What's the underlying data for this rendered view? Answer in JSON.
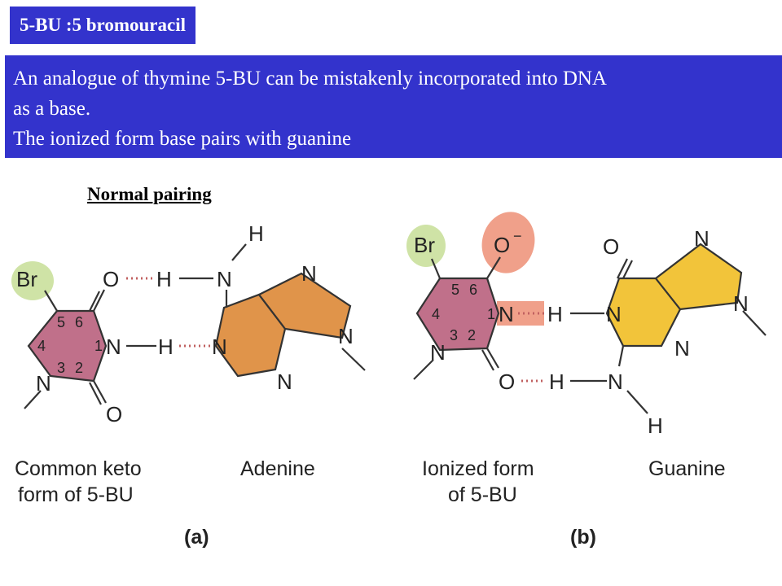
{
  "header": {
    "title": "5-BU :5 bromouracil",
    "description_lines": [
      "An analogue of thymine 5-BU can be mistakenly incorporated into DNA",
      "as a base.",
      "The ionized form base pairs with guanine"
    ],
    "section_heading": "Normal pairing"
  },
  "panel_a": {
    "label": "(a)",
    "left_caption": [
      "Common keto",
      "form of 5-BU"
    ],
    "right_caption": "Adenine",
    "atoms": {
      "br": "Br",
      "o_top": "O",
      "h_top": "H",
      "n_amine": "N",
      "h_amine": "H",
      "n1": "N",
      "h_mid": "H",
      "n_aden": "N",
      "n3": "N",
      "o_bottom": "O",
      "n_ring_top": "N",
      "n_ring_right": "N",
      "n_ring_bottom": "N"
    },
    "ring_numbers": [
      "5",
      "6",
      "4",
      "1",
      "3",
      "2"
    ]
  },
  "panel_b": {
    "label": "(b)",
    "left_caption": [
      "Ionized form",
      "of 5-BU"
    ],
    "right_caption": "Guanine",
    "atoms": {
      "br": "Br",
      "o_minus": "O",
      "charge": "−",
      "n1": "N",
      "h_mid": "H",
      "n_guan": "N",
      "n3": "N",
      "o_lower": "O",
      "h_lower": "H",
      "n_amine": "N",
      "h_amine": "H",
      "o_guan": "O",
      "n_ring_top": "N",
      "n_ring_right": "N",
      "n_ring_bottom": "N"
    },
    "ring_numbers": [
      "5",
      "6",
      "4",
      "1",
      "3",
      "2"
    ]
  },
  "colors": {
    "header_bg": "#3333cc",
    "bromouracil_ring": "#c0708a",
    "adenine_ring": "#e0944a",
    "guanine_ring": "#f2c43a",
    "bromine_highlight": "#cfe3a6",
    "ionized_highlight": "#f0a08a"
  }
}
